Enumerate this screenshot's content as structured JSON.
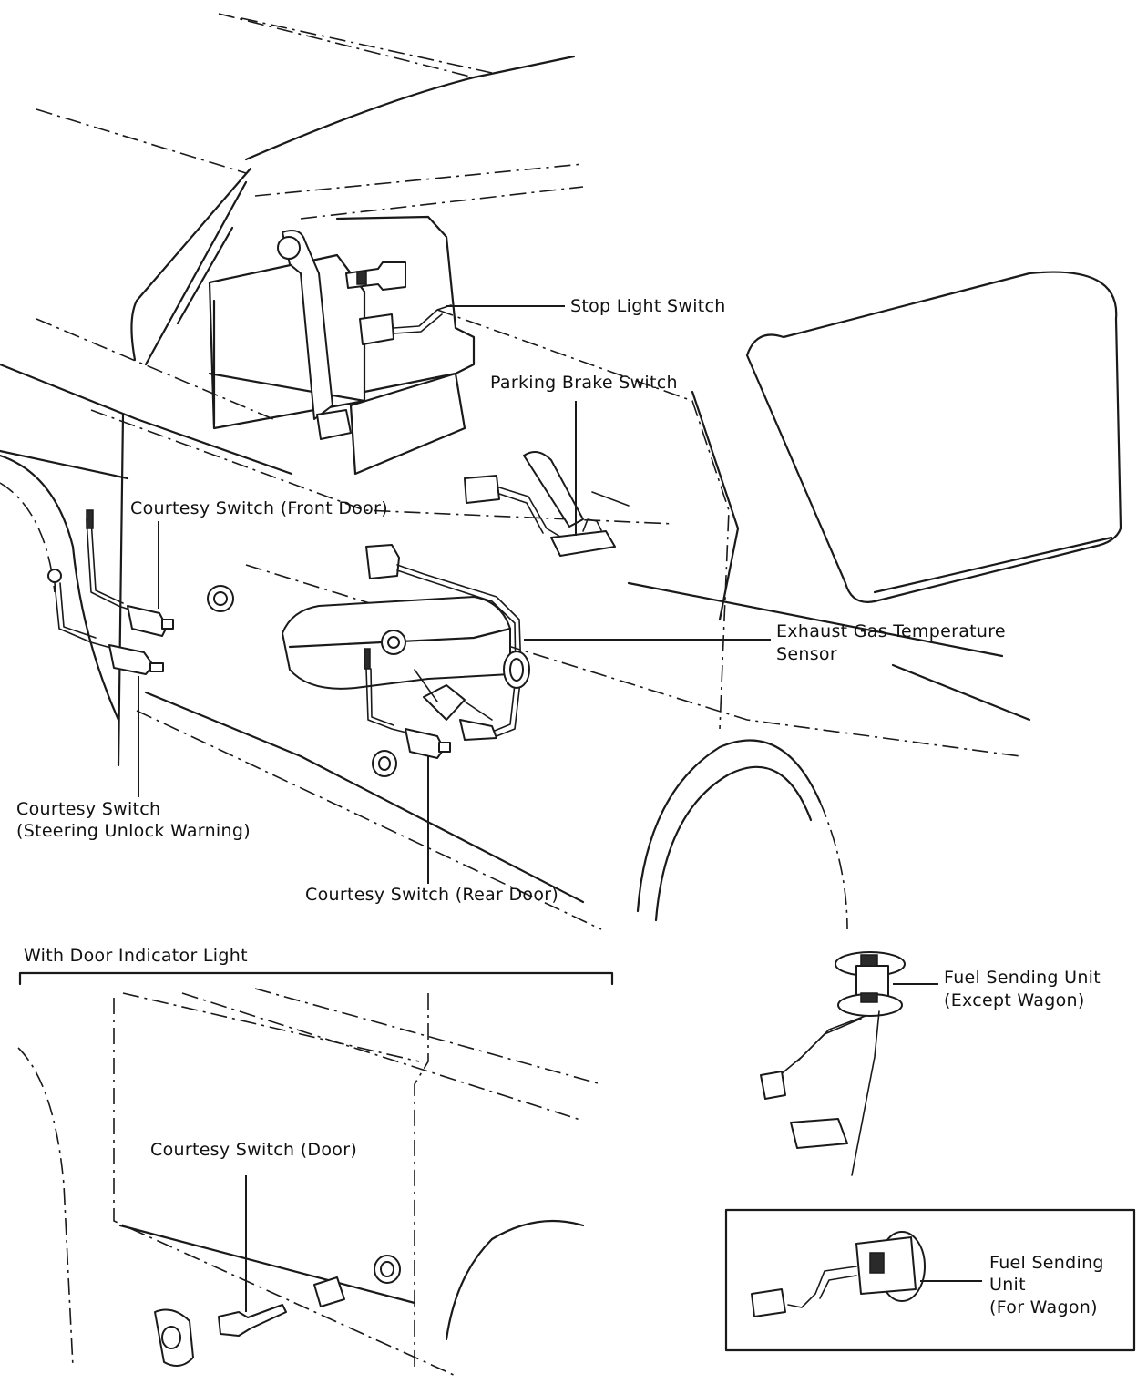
{
  "labels": {
    "stop_light_switch": "Stop Light Switch",
    "parking_brake_switch": "Parking Brake Switch",
    "courtesy_front_door": "Courtesy Switch (Front Door)",
    "exhaust_gas_line1": "Exhaust Gas Temperature",
    "exhaust_gas_line2": "Sensor",
    "courtesy_steering_line1": "Courtesy Switch",
    "courtesy_steering_line2": "(Steering Unlock Warning)",
    "courtesy_rear_door": "Courtesy Switch (Rear Door)",
    "with_door_indicator": "With Door Indicator Light",
    "courtesy_door": "Courtesy Switch (Door)",
    "fuel_except_line1": "Fuel Sending Unit",
    "fuel_except_line2": "(Except Wagon)",
    "fuel_wagon_line1": "Fuel Sending",
    "fuel_wagon_line2": "Unit",
    "fuel_wagon_line3": "(For Wagon)"
  }
}
